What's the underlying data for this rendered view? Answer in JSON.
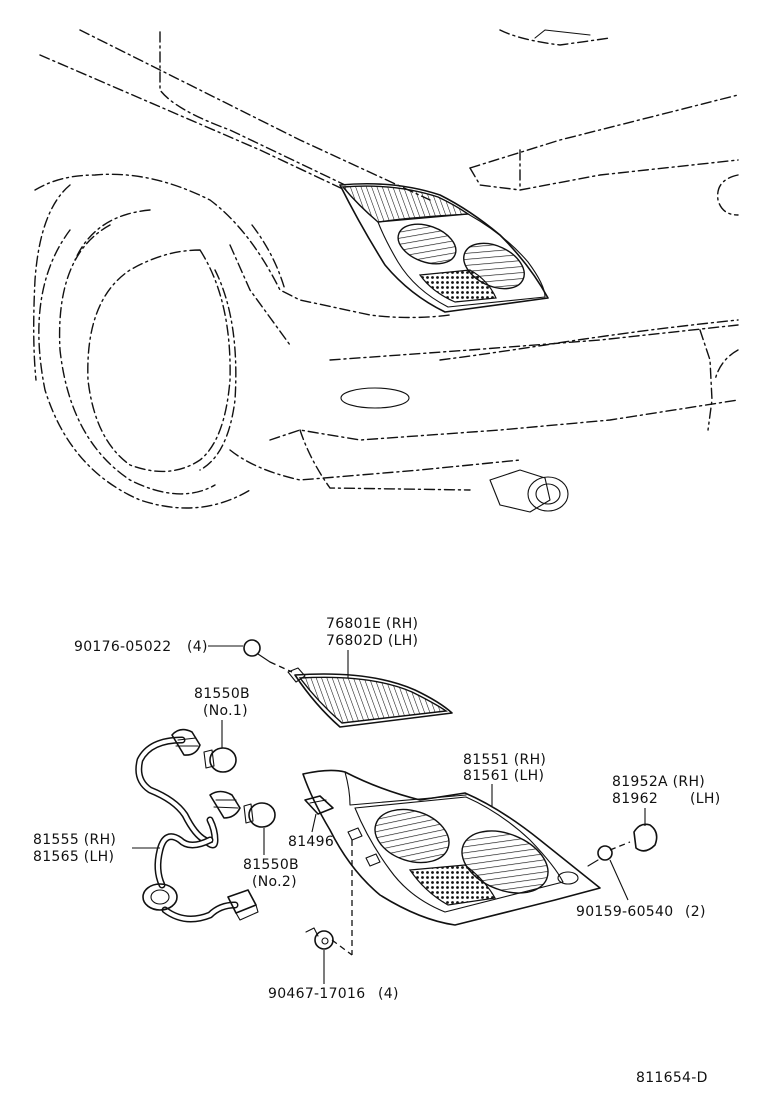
{
  "diagram_code": "811654-D",
  "parts": {
    "bolt_90176": {
      "number": "90176-05022",
      "qty": "(4)"
    },
    "lens_76801E": {
      "line1": "76801E (RH)",
      "line2": "76802D (LH)"
    },
    "bulb_no1": {
      "number": "81550B",
      "note": "(No.1)"
    },
    "lamp_81551": {
      "line1": "81551 (RH)",
      "line2": "81561 (LH)"
    },
    "cover_81952": {
      "line1": "81952A (RH)",
      "line2": "81962",
      "line2_side": "(LH)"
    },
    "socket_81555": {
      "line1": "81555 (RH)",
      "line2": "81565 (LH)"
    },
    "clip_81496": {
      "number": "81496"
    },
    "bulb_no2": {
      "number": "81550B",
      "note": "(No.2)"
    },
    "screw_90159": {
      "number": "90159-60540",
      "qty": "(2)"
    },
    "nut_90467": {
      "number": "90467-17016",
      "qty": "(4)"
    }
  }
}
